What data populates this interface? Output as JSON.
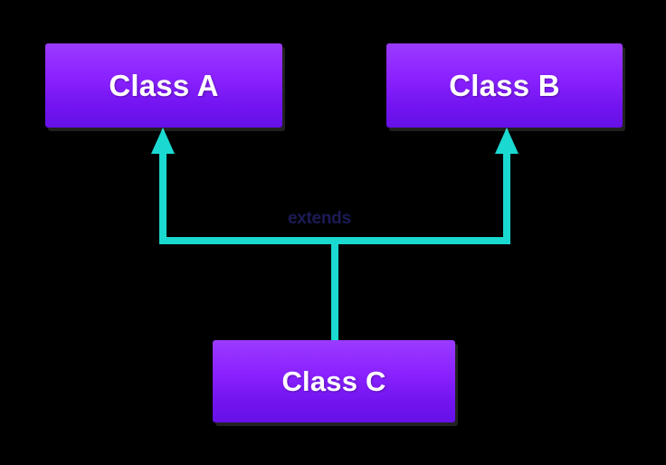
{
  "diagram": {
    "type": "uml-inheritance",
    "background_color": "#000000",
    "nodes": [
      {
        "id": "class-a",
        "label": "Class A",
        "fill_top": "#9b3bff",
        "fill_bottom": "#6610e6",
        "text_color": "#ffffff"
      },
      {
        "id": "class-b",
        "label": "Class B",
        "fill_top": "#9b3bff",
        "fill_bottom": "#6610e6",
        "text_color": "#ffffff"
      },
      {
        "id": "class-c",
        "label": "Class C",
        "fill_top": "#9b3bff",
        "fill_bottom": "#6610e6",
        "text_color": "#ffffff"
      }
    ],
    "edges": [
      {
        "id": "edge-c-to-a",
        "from": "class-c",
        "to": "class-a",
        "label": "extends",
        "color": "#1ad9d0",
        "arrow": "open-triangle-up"
      },
      {
        "id": "edge-c-to-b",
        "from": "class-c",
        "to": "class-b",
        "label": "extends",
        "color": "#1ad9d0",
        "arrow": "open-triangle-up"
      }
    ],
    "edge_label": "extends",
    "edge_label_color": "#1b1b56",
    "edge_color": "#1ad9d0"
  }
}
